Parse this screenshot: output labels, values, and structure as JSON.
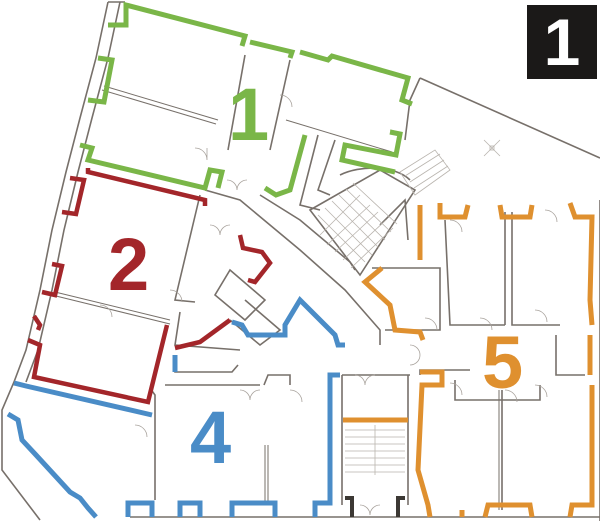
{
  "floor_badge": {
    "label": "1",
    "background": "#1b1918",
    "text_color": "#ffffff"
  },
  "units": [
    {
      "id": "unit-1",
      "label": "1",
      "color": "#7ab648"
    },
    {
      "id": "unit-2",
      "label": "2",
      "color": "#a3262a"
    },
    {
      "id": "unit-4",
      "label": "4",
      "color": "#4a8cc7"
    },
    {
      "id": "unit-5",
      "label": "5",
      "color": "#df902f"
    }
  ],
  "wall_color": "#77706a",
  "background": "#ffffff",
  "features": {
    "courtyard_marker": "x-cross-marker",
    "stairs": [
      "central-spiral-stair",
      "courtyard-stair",
      "south-stairwell"
    ]
  }
}
